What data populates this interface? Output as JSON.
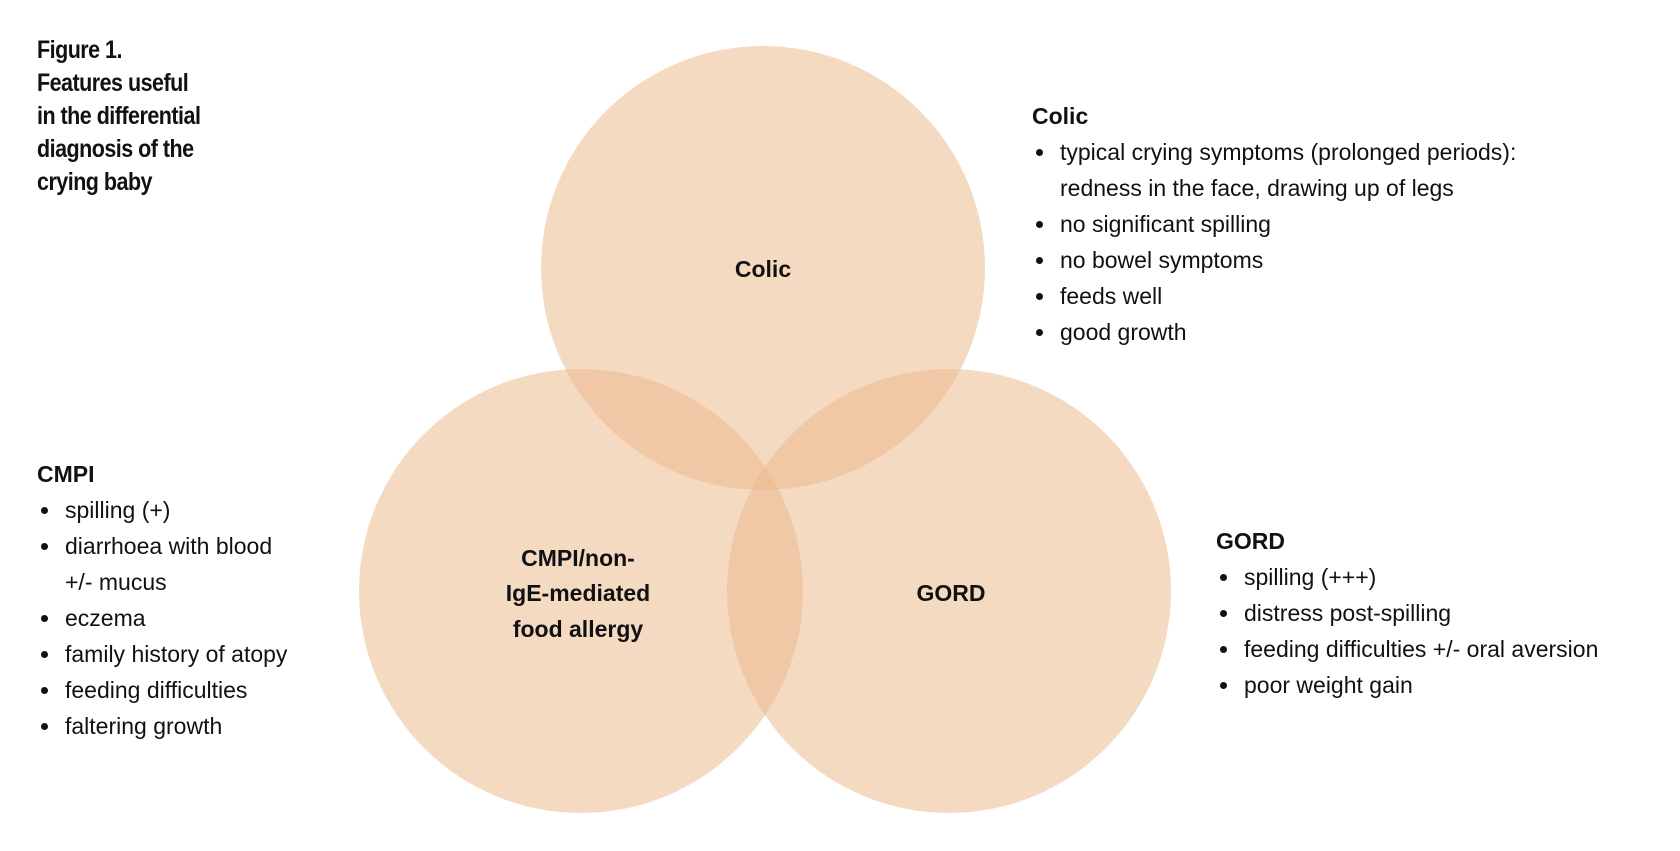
{
  "caption": {
    "lines": [
      "Figure 1.",
      "Features useful",
      "in the differential",
      "diagnosis of the",
      "crying baby"
    ]
  },
  "venn": {
    "fill_color": "#ecb88a",
    "circles": {
      "colic": {
        "label": [
          "Colic"
        ]
      },
      "cmpi": {
        "label": [
          "CMPI/non-",
          "IgE-mediated",
          "food allergy"
        ]
      },
      "gord": {
        "label": [
          "GORD"
        ]
      }
    }
  },
  "features": {
    "colic": {
      "title": "Colic",
      "items": [
        [
          "typical crying symptoms (prolonged periods):",
          "redness in the face, drawing up of legs"
        ],
        [
          "no significant spilling"
        ],
        [
          "no bowel symptoms"
        ],
        [
          "feeds well"
        ],
        [
          "good growth"
        ]
      ]
    },
    "cmpi": {
      "title": "CMPI",
      "items": [
        [
          "spilling (+)"
        ],
        [
          "diarrhoea with blood",
          "+/- mucus"
        ],
        [
          "eczema"
        ],
        [
          "family history of atopy"
        ],
        [
          "feeding difficulties"
        ],
        [
          "faltering growth"
        ]
      ]
    },
    "gord": {
      "title": "GORD",
      "items": [
        [
          "spilling (+++)"
        ],
        [
          "distress post-spilling"
        ],
        [
          "feeding difficulties +/- oral aversion"
        ],
        [
          "poor weight gain"
        ]
      ]
    }
  }
}
